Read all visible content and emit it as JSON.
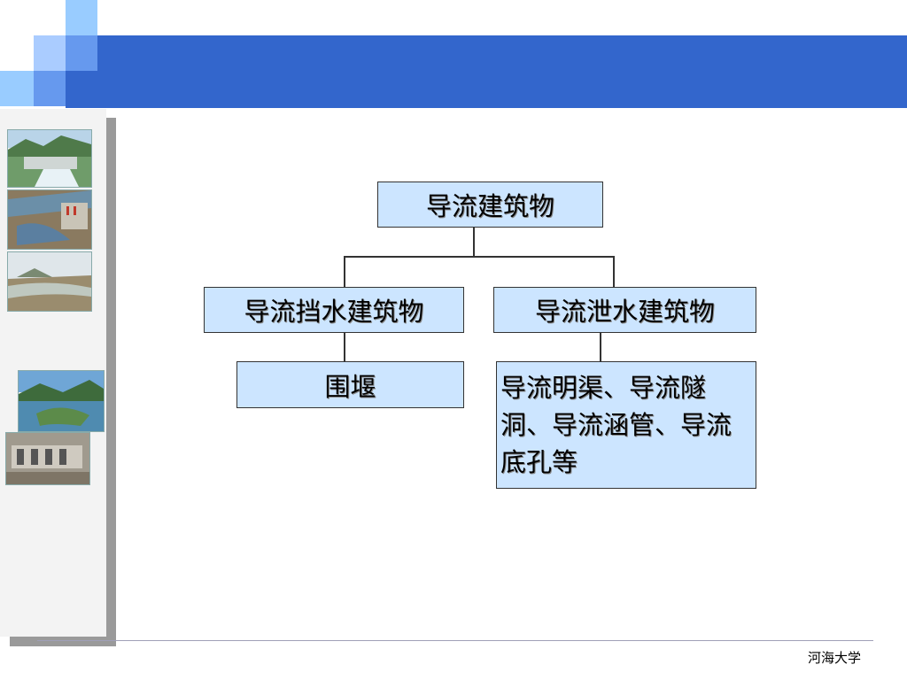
{
  "footer": {
    "text": "河海大学"
  },
  "diagram": {
    "root": "导流建筑物",
    "left_branch": "导流挡水建筑物",
    "right_branch": "导流泄水建筑物",
    "left_leaf": "围堰",
    "right_leaf": "导流明渠、导流隧洞、导流涵管、导流底孔等"
  },
  "colors": {
    "header": "#3366cc",
    "box_fill": "#cce5ff",
    "sidebar": "#f3f3f3"
  }
}
